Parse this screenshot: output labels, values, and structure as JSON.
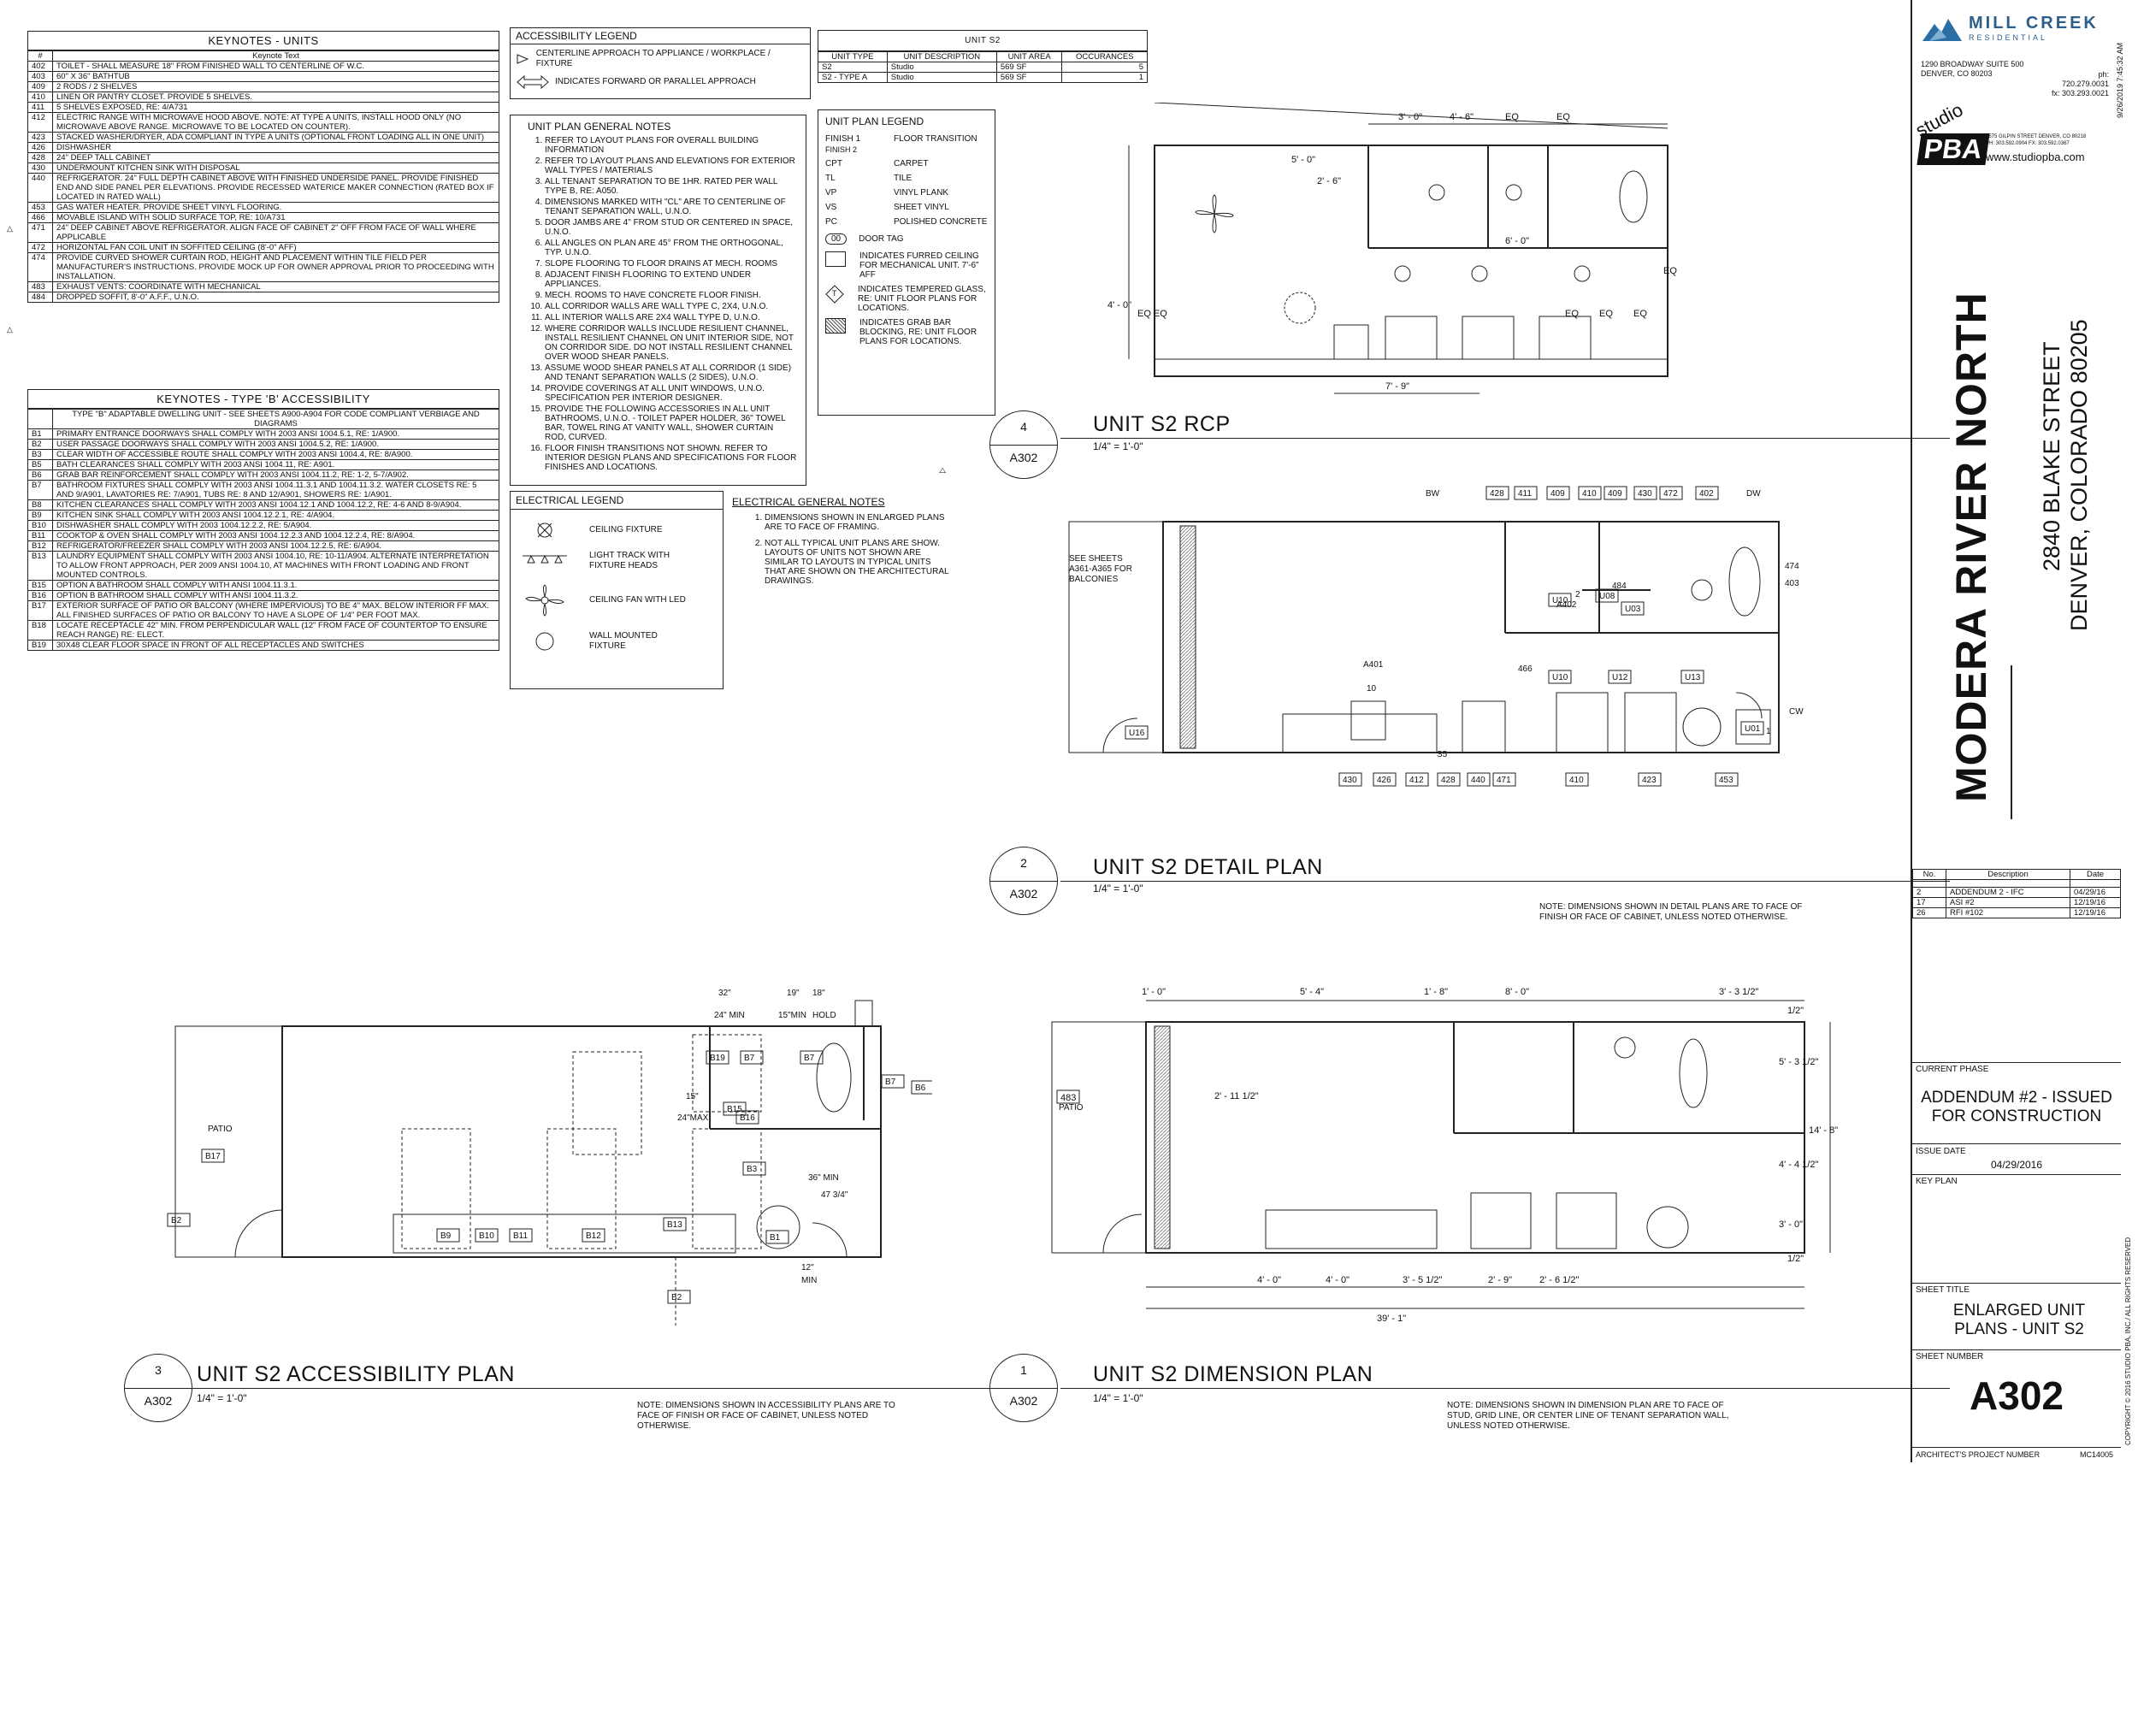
{
  "keynotes_units": {
    "title": "KEYNOTES - UNITS",
    "col_num": "#",
    "col_text": "Keynote Text",
    "rows": [
      {
        "num": "402",
        "text": "TOILET - SHALL MEASURE 18\" FROM FINISHED WALL TO CENTERLINE OF W.C."
      },
      {
        "num": "403",
        "text": "60\" X 36\" BATHTUB"
      },
      {
        "num": "409",
        "text": "2 RODS / 2 SHELVES"
      },
      {
        "num": "410",
        "text": "LINEN OR PANTRY CLOSET. PROVIDE 5 SHELVES."
      },
      {
        "num": "411",
        "text": "5 SHELVES EXPOSED, RE: 4/A731"
      },
      {
        "num": "412",
        "text": "ELECTRIC RANGE WITH MICROWAVE HOOD ABOVE.  NOTE: AT TYPE A UNITS, INSTALL HOOD ONLY (NO MICROWAVE ABOVE RANGE. MICROWAVE TO BE LOCATED ON COUNTER)."
      },
      {
        "num": "423",
        "text": "STACKED WASHER/DRYER, ADA COMPLIANT IN TYPE A UNITS (OPTIONAL FRONT LOADING ALL IN ONE UNIT)"
      },
      {
        "num": "426",
        "text": "DISHWASHER"
      },
      {
        "num": "428",
        "text": "24\" DEEP TALL CABINET"
      },
      {
        "num": "430",
        "text": "UNDERMOUNT KITCHEN SINK WITH DISPOSAL"
      },
      {
        "num": "440",
        "text": "REFRIGERATOR. 24\" FULL DEPTH CABINET ABOVE WITH FINISHED UNDERSIDE PANEL. PROVIDE FINISHED END AND SIDE PANEL PER ELEVATIONS. PROVIDE RECESSED WATERICE MAKER CONNECTION (RATED BOX IF LOCATED IN RATED WALL)"
      },
      {
        "num": "453",
        "text": "GAS WATER HEATER. PROVIDE SHEET VINYL FLOORING."
      },
      {
        "num": "466",
        "text": "MOVABLE ISLAND WITH SOLID SURFACE TOP, RE: 10/A731"
      },
      {
        "num": "471",
        "text": "24\" DEEP CABINET ABOVE REFRIGERATOR. ALIGN FACE OF CABINET 2\" OFF FROM FACE OF WALL WHERE APPLICABLE"
      },
      {
        "num": "472",
        "text": "HORIZONTAL FAN COIL UNIT IN SOFFITED CEILING (8'-0\" AFF)"
      },
      {
        "num": "474",
        "text": "PROVIDE CURVED SHOWER CURTAIN ROD, HEIGHT AND PLACEMENT WITHIN TILE FIELD PER MANUFACTURER'S INSTRUCTIONS.  PROVIDE MOCK UP FOR OWNER APPROVAL PRIOR TO PROCEEDING WITH INSTALLATION."
      },
      {
        "num": "483",
        "text": "EXHAUST VENTS: COORDINATE WITH MECHANICAL"
      },
      {
        "num": "484",
        "text": "DROPPED SOFFIT, 8'-0\" A.F.F., U.N.O."
      }
    ]
  },
  "keynotes_b": {
    "title": "KEYNOTES - TYPE 'B' ACCESSIBILITY",
    "intro": "TYPE \"B\" ADAPTABLE DWELLING UNIT - SEE SHEETS A900-A904 FOR CODE COMPLIANT VERBIAGE AND DIAGRAMS",
    "rows": [
      {
        "num": "B1",
        "text": "PRIMARY ENTRANCE DOORWAYS SHALL COMPLY WITH 2003 ANSI 1004.5.1, RE: 1/A900."
      },
      {
        "num": "B2",
        "text": "USER PASSAGE DOORWAYS SHALL COMPLY WITH 2003 ANSI 1004.5.2, RE: 1/A900."
      },
      {
        "num": "B3",
        "text": "CLEAR WIDTH OF ACCESSIBLE ROUTE SHALL COMPLY WITH 2003 ANSI 1004.4, RE: 8/A900."
      },
      {
        "num": "B5",
        "text": "BATH CLEARANCES SHALL COMPLY WITH 2003 ANSI 1004.11, RE: A901."
      },
      {
        "num": "B6",
        "text": "GRAB BAR REINFORCEMENT SHALL COMPLY WITH 2003 ANSI 1004.11.2, RE: 1-2, 5-7/A902."
      },
      {
        "num": "B7",
        "text": "BATHROOM FIXTURES SHALL COMPLY WITH 2003 ANSI 1004.11.3.1 AND 1004.11.3.2. WATER CLOSETS RE: 5 AND 9/A901,  LAVATORIES RE: 7/A901,  TUBS RE: 8 AND 12/A901,  SHOWERS RE: 1/A901."
      },
      {
        "num": "B8",
        "text": "KITCHEN CLEARANCES SHALL COMPLY WITH 2003 ANSI 1004.12.1 AND 1004.12.2, RE: 4-6 AND 8-9/A904."
      },
      {
        "num": "B9",
        "text": "KITCHEN SINK SHALL COMPLY WITH 2003 ANSI 1004.12.2.1, RE: 4/A904."
      },
      {
        "num": "B10",
        "text": "DISHWASHER SHALL COMPLY WITH 2003 1004.12.2.2, RE: 5/A904."
      },
      {
        "num": "B11",
        "text": "COOKTOP & OVEN SHALL COMPLY WITH 2003 ANSI 1004.12.2.3 AND 1004.12.2.4, RE: 8/A904."
      },
      {
        "num": "B12",
        "text": "REFRIGERATOR/FREEZER SHALL COMPLY WITH 2003 ANSI 1004.12.2.5, RE: 6/A904."
      },
      {
        "num": "B13",
        "text": "LAUNDRY EQUIPMENT SHALL COMPLY WITH 2003 ANSI 1004.10, RE: 10-11/A904. ALTERNATE INTERPRETATION TO ALLOW FRONT APPROACH, PER 2009 ANSI 1004.10, AT MACHINES WITH FRONT LOADING AND FRONT MOUNTED CONTROLS."
      },
      {
        "num": "B15",
        "text": "OPTION A BATHROOM SHALL COMPLY WITH ANSI 1004.11.3.1."
      },
      {
        "num": "B16",
        "text": "OPTION B BATHROOM SHALL COMPLY WITH ANSI 1004.11.3.2."
      },
      {
        "num": "B17",
        "text": "EXTERIOR SURFACE OF PATIO OR BALCONY (WHERE IMPERVIOUS) TO BE 4\" MAX. BELOW INTERIOR FF MAX. ALL FINISHED SURFACES OF PATIO OR BALCONY TO HAVE A SLOPE OF 1/4\" PER FOOT MAX."
      },
      {
        "num": "B18",
        "text": "LOCATE RECEPTACLE 42\" MIN. FROM PERPENDICULAR WALL (12\" FROM FACE OF COUNTERTOP TO ENSURE REACH RANGE) RE: ELECT."
      },
      {
        "num": "B19",
        "text": "30X48 CLEAR FLOOR SPACE IN FRONT OF ALL RECEPTACLES AND SWITCHES"
      }
    ]
  },
  "accessibility_legend": {
    "title": "ACCESSIBILITY LEGEND",
    "items": [
      "CENTERLINE APPROACH TO APPLIANCE / WORKPLACE / FIXTURE",
      "INDICATES FORWARD OR PARALLEL APPROACH"
    ]
  },
  "unit_table": {
    "title": "UNIT S2",
    "headers": [
      "UNIT TYPE",
      "UNIT DESCRIPTION",
      "UNIT AREA",
      "OCCURANCES"
    ],
    "rows": [
      [
        "S2",
        "Studio",
        "569 SF",
        "5"
      ],
      [
        "S2 - TYPE A",
        "Studio",
        "569 SF",
        "1"
      ]
    ]
  },
  "general_notes": {
    "title": "UNIT PLAN GENERAL NOTES",
    "items": [
      "REFER TO LAYOUT PLANS FOR OVERALL BUILDING INFORMATION",
      "REFER TO LAYOUT PLANS AND ELEVATIONS FOR EXTERIOR WALL TYPES / MATERIALS",
      "ALL TENANT SEPARATION TO BE 1HR. RATED PER WALL TYPE B, RE: A050.",
      "DIMENSIONS MARKED WITH \"CL\" ARE TO CENTERLINE OF TENANT SEPARATION WALL, U.N.O.",
      "DOOR JAMBS ARE 4\" FROM STUD OR CENTERED IN SPACE, U.N.O.",
      "ALL ANGLES ON PLAN ARE 45° FROM THE ORTHOGONAL, TYP. U.N.O.",
      "SLOPE FLOORING TO FLOOR DRAINS AT MECH. ROOMS",
      "ADJACENT FINISH FLOORING TO EXTEND UNDER APPLIANCES.",
      "MECH. ROOMS TO HAVE CONCRETE FLOOR FINISH.",
      "ALL CORRIDOR WALLS ARE WALL TYPE C, 2X4, U.N.O.",
      "ALL INTERIOR WALLS ARE 2X4 WALL TYPE D, U.N.O.",
      "WHERE CORRIDOR WALLS INCLUDE RESILIENT CHANNEL, INSTALL RESILIENT CHANNEL ON UNIT INTERIOR SIDE, NOT ON CORRIDOR SIDE. DO NOT INSTALL RESILIENT CHANNEL OVER WOOD SHEAR PANELS.",
      "ASSUME WOOD SHEAR PANELS AT ALL CORRIDOR (1 SIDE) AND TENANT SEPARATION WALLS (2 SIDES), U.N.O.",
      "PROVIDE COVERINGS AT ALL UNIT WINDOWS, U.N.O. SPECIFICATION PER INTERIOR DESIGNER.",
      "PROVIDE THE FOLLOWING ACCESSORIES IN ALL UNIT BATHROOMS, U.N.O. - TOILET PAPER HOLDER, 36\" TOWEL BAR, TOWEL RING AT VANITY WALL, SHOWER CURTAIN ROD, CURVED.",
      "FLOOR FINISH TRANSITIONS NOT SHOWN. REFER TO INTERIOR DESIGN PLANS AND SPECIFICATIONS FOR FLOOR FINISHES AND LOCATIONS."
    ]
  },
  "unit_plan_legend": {
    "title": "UNIT PLAN LEGEND",
    "col1": "FINISH 1",
    "col2": "FLOOR TRANSITION",
    "finish_label": "FINISH 2",
    "items": [
      {
        "code": "CPT",
        "desc": "CARPET"
      },
      {
        "code": "TL",
        "desc": "TILE"
      },
      {
        "code": "VP",
        "desc": "VINYL PLANK"
      },
      {
        "code": "VS",
        "desc": "SHEET VINYL"
      },
      {
        "code": "PC",
        "desc": "POLISHED CONCRETE"
      }
    ],
    "door_tag": "00",
    "door_tag_label": "DOOR TAG",
    "furred": "INDICATES FURRED CEILING  FOR MECHANICAL UNIT. 7'-6\" AFF",
    "tempered_tag": "T",
    "tempered": "INDICATES TEMPERED GLASS, RE: UNIT FLOOR PLANS FOR LOCATIONS.",
    "grab": "INDICATES GRAB BAR BLOCKING, RE: UNIT FLOOR PLANS FOR LOCATIONS."
  },
  "electrical_legend": {
    "title": "ELECTRICAL LEGEND",
    "items": [
      "CEILING FIXTURE",
      "LIGHT TRACK WITH FIXTURE HEADS",
      "CEILING FAN WITH LED",
      "WALL MOUNTED FIXTURE"
    ]
  },
  "electrical_notes": {
    "title": "ELECTRICAL GENERAL NOTES",
    "items": [
      "DIMENSIONS SHOWN IN ENLARGED PLANS ARE TO FACE OF FRAMING.",
      "NOT ALL TYPICAL UNIT PLANS ARE SHOW. LAYOUTS OF UNITS NOT SHOWN ARE SIMILAR TO LAYOUTS IN TYPICAL UNITS THAT ARE SHOWN ON THE ARCHITECTURAL DRAWINGS."
    ]
  },
  "plans": {
    "rcp": {
      "num": "4",
      "sheet": "A302",
      "title": "UNIT S2 RCP",
      "scale": "1/4\" = 1'-0\"",
      "dims": [
        "3' - 0\"",
        "4' - 6\"",
        "EQ",
        "EQ",
        "5' - 0\"",
        "2' - 6\"",
        "6' - 0\"",
        "EQ",
        "EQ",
        "EQ",
        "EQ",
        "4' - 0\"",
        "7' - 9\"",
        "EQ EQ"
      ]
    },
    "detail": {
      "num": "2",
      "sheet": "A302",
      "title": "UNIT S2 DETAIL PLAN",
      "scale": "1/4\" = 1'-0\"",
      "note": "NOTE: DIMENSIONS SHOWN IN DETAIL PLANS ARE TO FACE OF FINISH OR FACE OF CABINET, UNLESS NOTED OTHERWISE.",
      "balcony_note": "SEE SHEETS A361-A365 FOR BALCONIES",
      "tags_top": [
        "428",
        "411",
        "409",
        "410",
        "409",
        "430",
        "472",
        "402"
      ],
      "tags_bottom": [
        "430",
        "426",
        "412",
        "428",
        "440",
        "471",
        "410",
        "423",
        "453"
      ],
      "doors": [
        "U10",
        "U08",
        "U03",
        "U10",
        "U12",
        "U13",
        "U01",
        "U16"
      ],
      "misc": [
        "484",
        "474",
        "403",
        "466",
        "A401",
        "10",
        "A402",
        "2",
        "BW",
        "DW",
        "CW",
        "1",
        "S5"
      ]
    },
    "access": {
      "num": "3",
      "sheet": "A302",
      "title": "UNIT S2 ACCESSIBILITY PLAN",
      "scale": "1/4\" = 1'-0\"",
      "note": "NOTE: DIMENSIONS SHOWN IN ACCESSIBILITY PLANS ARE TO FACE OF FINISH OR FACE OF CABINET, UNLESS NOTED OTHERWISE.",
      "patio": "PATIO",
      "tags": [
        "B17",
        "B2",
        "B9",
        "B10",
        "B11",
        "B12",
        "B13",
        "B3",
        "B1",
        "B19",
        "B7",
        "B15",
        "B16",
        "B7",
        "B7",
        "B6",
        "B2"
      ],
      "dims": [
        "32\"",
        "24\" MIN",
        "19\"",
        "18\"",
        "15\"MIN",
        "HOLD",
        "15\"",
        "24\"MAX",
        "36\" MIN",
        "47 3/4\"",
        "12\"",
        "MIN"
      ]
    },
    "dimension": {
      "num": "1",
      "sheet": "A302",
      "title": "UNIT S2 DIMENSION PLAN",
      "scale": "1/4\" = 1'-0\"",
      "note": "NOTE: DIMENSIONS SHOWN IN DIMENSION PLAN ARE TO FACE OF STUD, GRID LINE, OR CENTER LINE OF TENANT SEPARATION WALL, UNLESS NOTED OTHERWISE.",
      "patio": "PATIO",
      "tag": "483",
      "dims_top": [
        "1' - 0\"",
        "5' - 4\"",
        "1' - 8\"",
        "8' - 0\"",
        "3' - 3 1/2\""
      ],
      "dims_bottom": [
        "4' - 0\"",
        "4' - 0\"",
        "3' - 5 1/2\"",
        "2' - 9\"",
        "2' - 6 1/2\"",
        "39' - 1\""
      ],
      "dims_right": [
        "5' - 3 1/2\"",
        "4' - 4 1/2\"",
        "3' - 0\"",
        "14' - 8\"",
        "1/2\"",
        "1/2\""
      ],
      "dims_left": [
        "2' - 11 1/2\""
      ]
    }
  },
  "title_block": {
    "logo_text": "MILL CREEK",
    "logo_sub": "RESIDENTIAL",
    "addr1": "1290 BROADWAY SUITE 500",
    "addr2": "DENVER, CO 80203",
    "ph": "ph: 720.279.0031",
    "fx": "fx: 303.293.0021",
    "studio": "studio",
    "pba": "PBA",
    "studio_addr": "1575 GILPIN STREET  DENVER, CO 80218",
    "studio_ph": "PH: 303.592.0904  FX: 303.592.0367",
    "web": "www.studiopba.com",
    "date_stamp": "9/26/2019 7:45:32 AM",
    "project": "MODERA RIVER NORTH",
    "street": "2840 BLAKE STREET",
    "city": "DENVER, COLORADO 80205",
    "rev_headers": [
      "No.",
      "Description",
      "Date"
    ],
    "revisions": [
      [
        "2",
        "ADDENDUM 2 - IFC",
        "04/29/16"
      ],
      [
        "17",
        "ASI #2",
        "12/19/16"
      ],
      [
        "26",
        "RFI #102",
        "12/19/16"
      ]
    ],
    "phase_label": "CURRENT PHASE",
    "phase": "ADDENDUM #2 - ISSUED FOR CONSTRUCTION",
    "issue_label": "ISSUE DATE",
    "issue_date": "04/29/2016",
    "key_plan_label": "KEY PLAN",
    "sheet_title_label": "SHEET TITLE",
    "sheet_title": "ENLARGED UNIT PLANS - UNIT S2",
    "sheet_number_label": "SHEET NUMBER",
    "sheet_number": "A302",
    "proj_num_label": "ARCHITECT'S PROJECT NUMBER",
    "proj_num": "MC14005",
    "copyright": "COPYRIGHT © 2016 STUDIO PBA, INC./ ALL RIGHTS RESERVED"
  }
}
